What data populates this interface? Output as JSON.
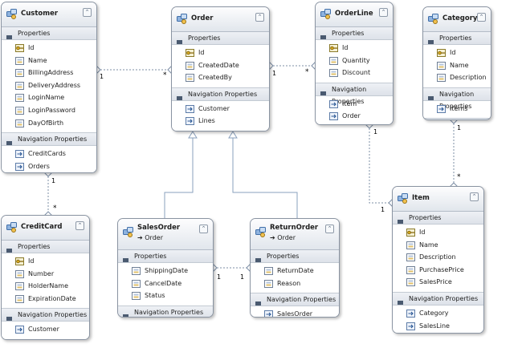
{
  "entities": [
    {
      "key": "customer",
      "name": "Customer",
      "base": "",
      "properties_label": "Properties",
      "properties": [
        "Id",
        "Name",
        "BillingAddress",
        "DeliveryAddress",
        "LoginName",
        "LoginPassword",
        "DayOfBirth"
      ],
      "navigation_label": "Navigation Properties",
      "navigation": [
        "CreditCards",
        "Orders"
      ]
    },
    {
      "key": "order",
      "name": "Order",
      "base": "",
      "properties_label": "Properties",
      "properties": [
        "Id",
        "CreatedDate",
        "CreatedBy"
      ],
      "navigation_label": "Navigation Properties",
      "navigation": [
        "Customer",
        "Lines"
      ]
    },
    {
      "key": "orderline",
      "name": "OrderLine",
      "base": "",
      "properties_label": "Properties",
      "properties": [
        "Id",
        "Quantity",
        "Discount"
      ],
      "navigation_label": "Navigation Properties",
      "navigation": [
        "Item",
        "Order"
      ]
    },
    {
      "key": "category",
      "name": "Category",
      "base": "",
      "properties_label": "Properties",
      "properties": [
        "Id",
        "Name",
        "Description"
      ],
      "navigation_label": "Navigation Properties",
      "navigation": [
        "Items"
      ]
    },
    {
      "key": "creditcard",
      "name": "CreditCard",
      "base": "",
      "properties_label": "Properties",
      "properties": [
        "Id",
        "Number",
        "HolderName",
        "ExpirationDate"
      ],
      "navigation_label": "Navigation Properties",
      "navigation": [
        "Customer"
      ]
    },
    {
      "key": "salesorder",
      "name": "SalesOrder",
      "base": "➔ Order",
      "properties_label": "Properties",
      "properties": [
        "ShippingDate",
        "CancelDate",
        "Status"
      ],
      "navigation_label": "Navigation Properties",
      "navigation": []
    },
    {
      "key": "returnorder",
      "name": "ReturnOrder",
      "base": "➔ Order",
      "properties_label": "Properties",
      "properties": [
        "ReturnDate",
        "Reason"
      ],
      "navigation_label": "Navigation Properties",
      "navigation": [
        "SalesOrder"
      ]
    },
    {
      "key": "item",
      "name": "Item",
      "base": "",
      "properties_label": "Properties",
      "properties": [
        "Id",
        "Name",
        "Description",
        "PurchasePrice",
        "SalesPrice"
      ],
      "navigation_label": "Navigation Properties",
      "navigation": [
        "Category",
        "SalesLine"
      ]
    }
  ],
  "multiplicity_labels": {
    "customer_order_1": "1",
    "customer_order_many": "*",
    "order_orderline_1": "1",
    "order_orderline_many": "*",
    "customer_creditcard_1": "1",
    "customer_creditcard_many": "*",
    "orderline_item_1": "1",
    "orderline_item_many": "1",
    "category_item_1": "1",
    "category_item_many": "*",
    "salesorder_returnorder_1a": "1",
    "salesorder_returnorder_1b": "1"
  },
  "icons": {
    "entity": "entity-class-icon",
    "key_property": "key-property-icon",
    "scalar_property": "scalar-property-icon",
    "navigation_property": "navigation-property-icon",
    "collapse": "collapse-chevron-icon",
    "section_toggle": "section-toggle-icon"
  },
  "colors": {
    "header_top": "#fdfdfe",
    "header_bottom": "#e1e6ec",
    "border": "#8a94a2",
    "connector": "#7d8fa6",
    "inheritance": "#8aa0bd",
    "canvas": "#ffffff"
  }
}
